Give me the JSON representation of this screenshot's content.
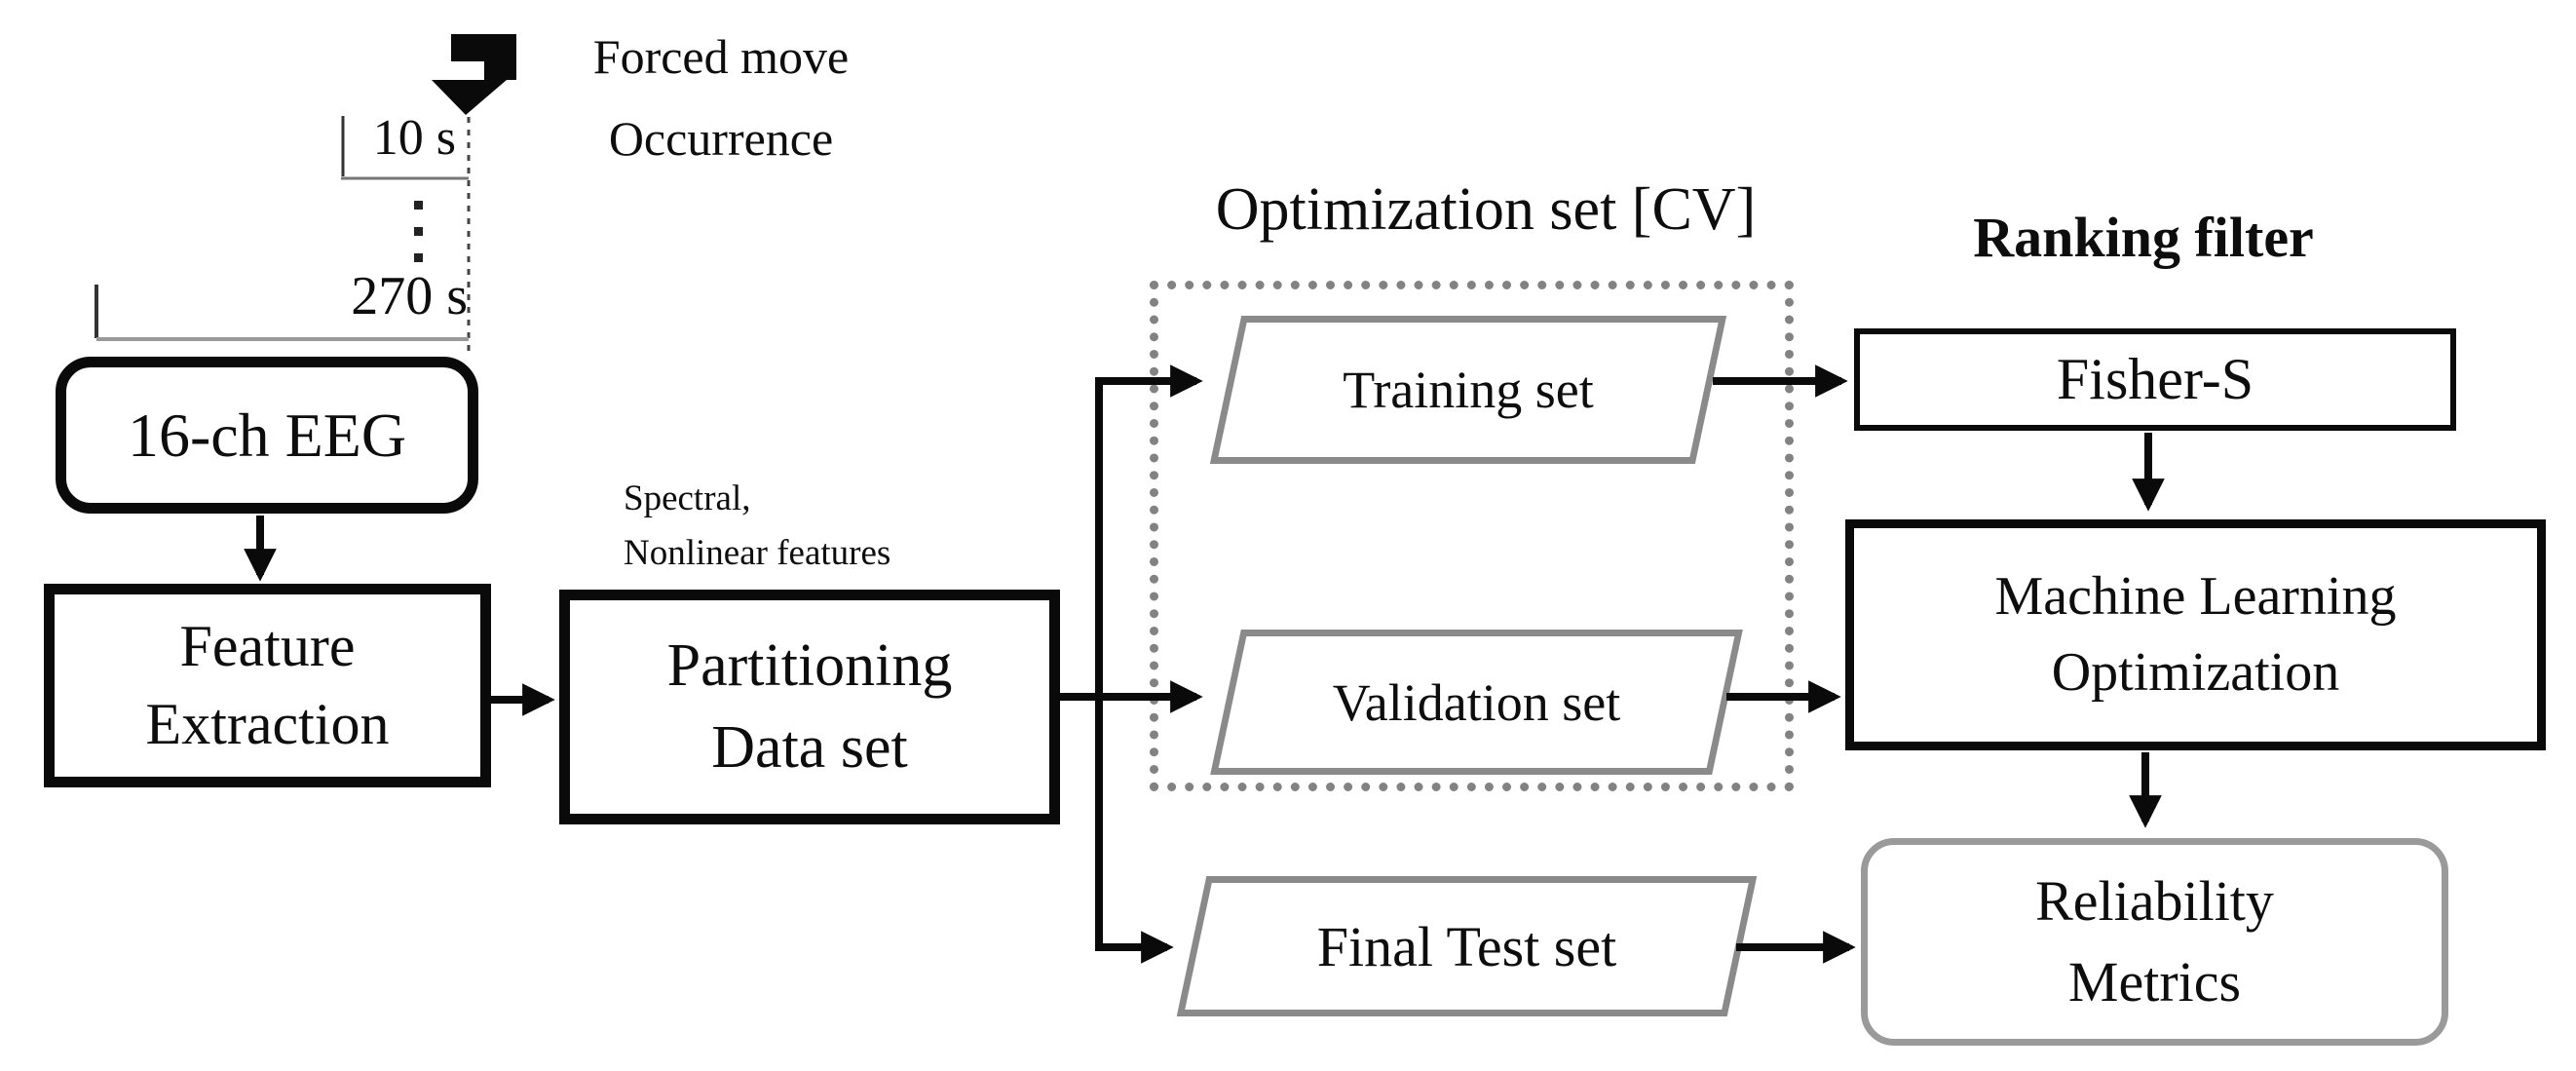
{
  "figure": {
    "type": "flowchart",
    "background": "#ffffff"
  },
  "colors": {
    "ink": "#0d0d0d",
    "process_border": "#0a0a0a",
    "gray_border": "#8a8a8a",
    "rounded_result_border": "#9a9a9a",
    "dotted_group_border": "#828282",
    "bracket_line": "#999999",
    "arrow": "#0a0a0a"
  },
  "timeline": {
    "event_label": "Forced move\nOccurrence",
    "short_window_label": "10 s",
    "long_window_label": "270 s",
    "ellipsis_dot_count": 3
  },
  "nodes": {
    "eeg": {
      "label": "16-ch EEG",
      "shape": "rounded-rect"
    },
    "feature_extraction": {
      "label": "Feature\nExtraction",
      "shape": "rect"
    },
    "features_note": {
      "label": "Spectral,\nNonlinear features"
    },
    "partitioning": {
      "label": "Partitioning\nData set",
      "shape": "rect"
    },
    "optimization_group": {
      "title": "Optimization set [CV]",
      "shape": "dotted-rect"
    },
    "training": {
      "label": "Training set",
      "shape": "parallelogram"
    },
    "validation": {
      "label": "Validation set",
      "shape": "parallelogram"
    },
    "final_test": {
      "label": "Final Test set",
      "shape": "parallelogram"
    },
    "ranking": {
      "title": "Ranking filter"
    },
    "fisher": {
      "label": "Fisher-S",
      "shape": "rect"
    },
    "ml_optimization": {
      "label": "Machine Learning\nOptimization",
      "shape": "rect"
    },
    "reliability": {
      "label": "Reliability\nMetrics",
      "shape": "rounded-rect"
    }
  },
  "edges": [
    {
      "from": "Forced move Occurrence",
      "to": "16-ch EEG"
    },
    {
      "from": "16-ch EEG",
      "to": "Feature Extraction"
    },
    {
      "from": "Feature Extraction",
      "to": "Partitioning Data set"
    },
    {
      "from": "Partitioning Data set",
      "to": "Training set"
    },
    {
      "from": "Partitioning Data set",
      "to": "Validation set"
    },
    {
      "from": "Partitioning Data set",
      "to": "Final Test set"
    },
    {
      "from": "Training set",
      "to": "Fisher-S"
    },
    {
      "from": "Fisher-S",
      "to": "Machine Learning Optimization"
    },
    {
      "from": "Validation set",
      "to": "Machine Learning Optimization"
    },
    {
      "from": "Machine Learning Optimization",
      "to": "Reliability Metrics"
    },
    {
      "from": "Final Test set",
      "to": "Reliability Metrics"
    }
  ]
}
